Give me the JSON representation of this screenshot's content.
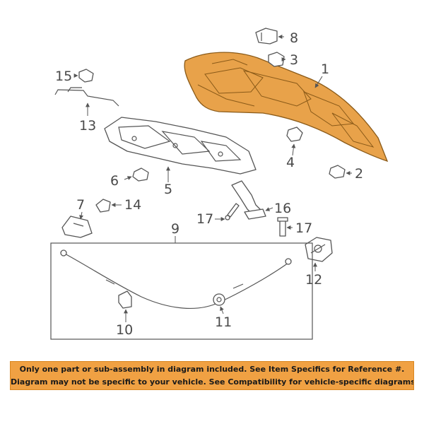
{
  "colors": {
    "highlight_part": "#e8a24a",
    "highlight_part_dark": "#c47a1e",
    "banner_background": "#f0a143",
    "line_art": "#555555"
  },
  "callouts": {
    "c1": "1",
    "c2": "2",
    "c3": "3",
    "c4": "4",
    "c5": "5",
    "c6": "6",
    "c7": "7",
    "c8": "8",
    "c9": "9",
    "c10": "10",
    "c11": "11",
    "c12": "12",
    "c13": "13",
    "c14": "14",
    "c15": "15",
    "c16": "16",
    "c17a": "17",
    "c17b": "17"
  },
  "disclaimer": {
    "line1": "Only one part or sub-assembly in diagram included. See Item Specifics for Reference #.",
    "line2": "Diagram may not be specific to your vehicle. See Compatibility for vehicle-specific diagrams."
  }
}
